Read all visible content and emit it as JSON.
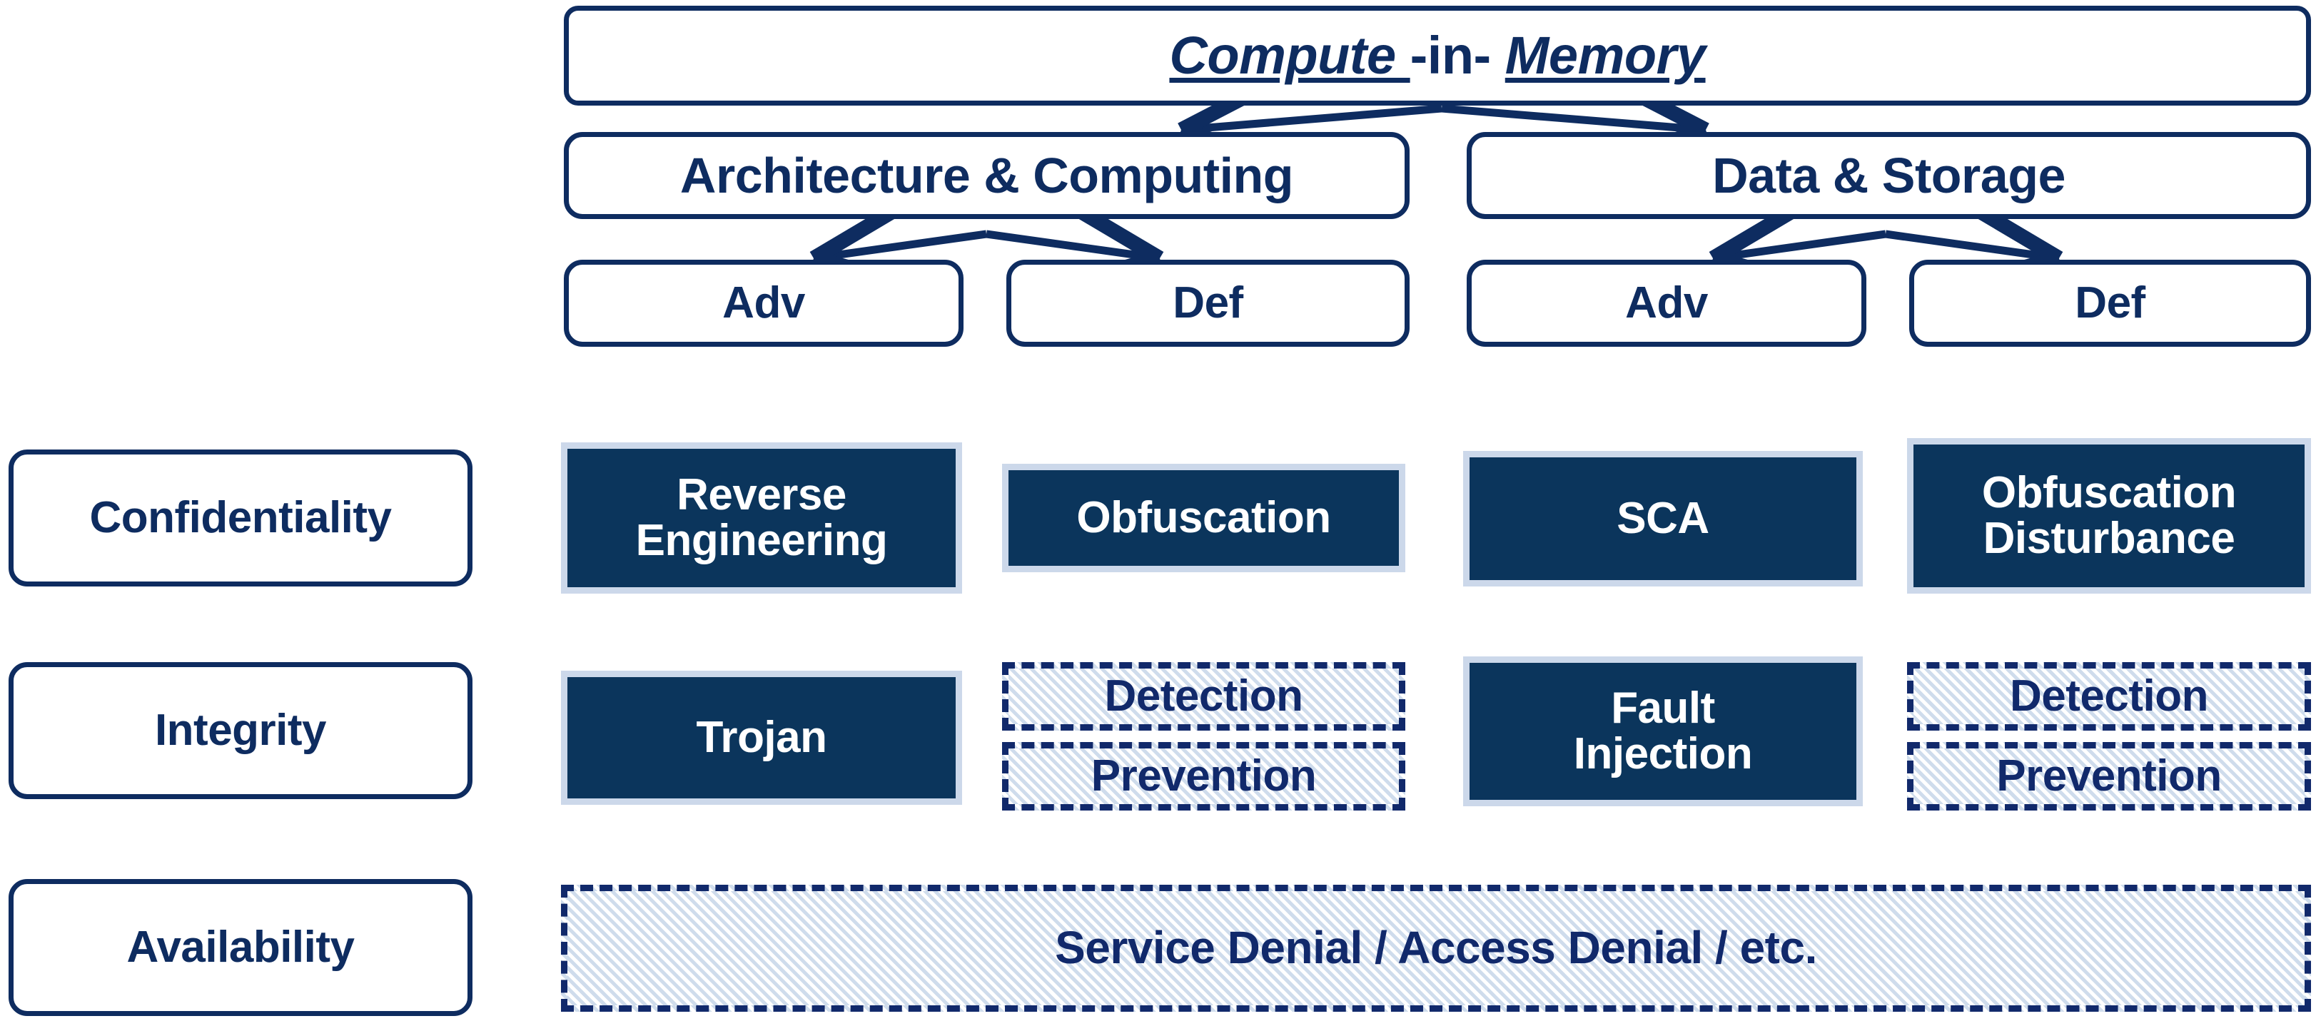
{
  "colors": {
    "outline": "#0e2c60",
    "fill_dark": "#0b355c",
    "fill_border_light": "#ccd8ea",
    "hatch_line": "#cfdcec",
    "text_dark": "#11296b",
    "text_light": "#ffffff",
    "background": "#ffffff"
  },
  "title": {
    "part1": "Compute ",
    "part2": "-in- ",
    "part3": "Memory",
    "full": "Compute -in- Memory"
  },
  "level2": [
    {
      "label": "Architecture & Computing"
    },
    {
      "label": "Data & Storage"
    }
  ],
  "level3": [
    {
      "label": "Adv",
      "parent": "Architecture & Computing"
    },
    {
      "label": "Def",
      "parent": "Architecture & Computing"
    },
    {
      "label": "Adv",
      "parent": "Data & Storage"
    },
    {
      "label": "Def",
      "parent": "Data & Storage"
    }
  ],
  "row_labels": [
    {
      "label": "Confidentiality"
    },
    {
      "label": "Integrity"
    },
    {
      "label": "Availability"
    }
  ],
  "matrix": {
    "confidentiality": [
      {
        "label": "Reverse\nEngineering",
        "line1": "Reverse",
        "line2": "Engineering",
        "style": "solid"
      },
      {
        "label": "Obfuscation",
        "line1": "Obfuscation",
        "line2": "",
        "style": "solid"
      },
      {
        "label": "SCA",
        "line1": "SCA",
        "line2": "",
        "style": "solid"
      },
      {
        "label": "Obfuscation\nDisturbance",
        "line1": "Obfuscation",
        "line2": "Disturbance",
        "style": "solid"
      }
    ],
    "integrity": [
      {
        "label": "Trojan",
        "line1": "Trojan",
        "line2": "",
        "style": "solid"
      },
      {
        "label": "Detection",
        "style": "dashed-hatch"
      },
      {
        "label": "Prevention",
        "style": "dashed-hatch"
      },
      {
        "label": "Fault\nInjection",
        "line1": "Fault",
        "line2": "Injection",
        "style": "solid"
      },
      {
        "label": "Detection",
        "style": "dashed-hatch"
      },
      {
        "label": "Prevention",
        "style": "dashed-hatch"
      }
    ],
    "availability": [
      {
        "label": "Service Denial / Access Denial / etc.",
        "style": "dashed-hatch"
      }
    ]
  },
  "connectors": {
    "title_to_level2": {
      "type": "split-arrow",
      "direction": "down-both"
    },
    "arch_to_advdef": {
      "type": "split-arrow",
      "direction": "down-both"
    },
    "data_to_advdef": {
      "type": "split-arrow",
      "direction": "down-both"
    }
  }
}
